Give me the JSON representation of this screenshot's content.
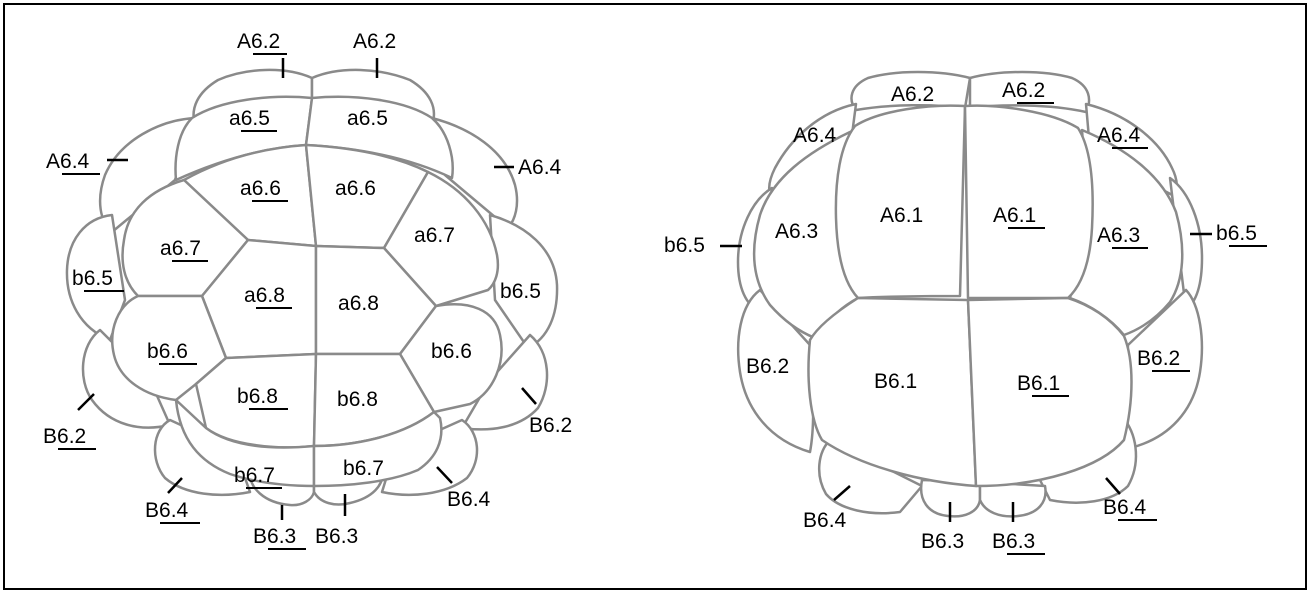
{
  "colors": {
    "outline": "#8a8a8a",
    "border": "#000000",
    "text": "#000000",
    "background": "#ffffff"
  },
  "left_embryo": {
    "labels": [
      {
        "id": "A62_a",
        "prefix": "A",
        "num": "6.2",
        "ul": true
      },
      {
        "id": "A62_b",
        "prefix": "A",
        "num": "6.2",
        "ul": false
      },
      {
        "id": "a65_a",
        "prefix": "a",
        "num": "6.5",
        "ul": true
      },
      {
        "id": "a65_b",
        "prefix": "a",
        "num": "6.5",
        "ul": false
      },
      {
        "id": "A64_a",
        "prefix": "A",
        "num": "6.4",
        "ul": true
      },
      {
        "id": "A64_b",
        "prefix": "A",
        "num": "6.4",
        "ul": false
      },
      {
        "id": "a66_a",
        "prefix": "a",
        "num": "6.6",
        "ul": true
      },
      {
        "id": "a66_b",
        "prefix": "a",
        "num": "6.6",
        "ul": false
      },
      {
        "id": "a67_a",
        "prefix": "a",
        "num": "6.7",
        "ul": true
      },
      {
        "id": "a67_b",
        "prefix": "a",
        "num": "6.7",
        "ul": false
      },
      {
        "id": "b65_a",
        "prefix": "b",
        "num": "6.5",
        "ul": true
      },
      {
        "id": "b65_b",
        "prefix": "b",
        "num": "6.5",
        "ul": false
      },
      {
        "id": "a68_a",
        "prefix": "a",
        "num": "6.8",
        "ul": true
      },
      {
        "id": "a68_b",
        "prefix": "a",
        "num": "6.8",
        "ul": false
      },
      {
        "id": "b66_a",
        "prefix": "b",
        "num": "6.6",
        "ul": true
      },
      {
        "id": "b66_b",
        "prefix": "b",
        "num": "6.6",
        "ul": false
      },
      {
        "id": "b68_a",
        "prefix": "b",
        "num": "6.8",
        "ul": true
      },
      {
        "id": "b68_b",
        "prefix": "b",
        "num": "6.8",
        "ul": false
      },
      {
        "id": "B62_a",
        "prefix": "B",
        "num": "6.2",
        "ul": true
      },
      {
        "id": "B62_b",
        "prefix": "B",
        "num": "6.2",
        "ul": false
      },
      {
        "id": "b67_a",
        "prefix": "b",
        "num": "6.7",
        "ul": true
      },
      {
        "id": "b67_b",
        "prefix": "b",
        "num": "6.7",
        "ul": false
      },
      {
        "id": "B64_a",
        "prefix": "B",
        "num": "6.4",
        "ul": true
      },
      {
        "id": "B64_b",
        "prefix": "B",
        "num": "6.4",
        "ul": false
      },
      {
        "id": "B63_a",
        "prefix": "B",
        "num": "6.3",
        "ul": true
      },
      {
        "id": "B63_b",
        "prefix": "B",
        "num": "6.3",
        "ul": false
      }
    ]
  },
  "right_embryo": {
    "labels": [
      {
        "id": "A62_a",
        "prefix": "A",
        "num": "6.2",
        "ul": false
      },
      {
        "id": "A62_b",
        "prefix": "A",
        "num": "6.2",
        "ul": true
      },
      {
        "id": "A64_a",
        "prefix": "A",
        "num": "6.4",
        "ul": false
      },
      {
        "id": "A64_b",
        "prefix": "A",
        "num": "6.4",
        "ul": true
      },
      {
        "id": "A61_a",
        "prefix": "A",
        "num": "6.1",
        "ul": false
      },
      {
        "id": "A61_b",
        "prefix": "A",
        "num": "6.1",
        "ul": true
      },
      {
        "id": "A63_a",
        "prefix": "A",
        "num": "6.3",
        "ul": false
      },
      {
        "id": "A63_b",
        "prefix": "A",
        "num": "6.3",
        "ul": true
      },
      {
        "id": "b65_a",
        "prefix": "b",
        "num": "6.5",
        "ul": false
      },
      {
        "id": "b65_b",
        "prefix": "b",
        "num": "6.5",
        "ul": true
      },
      {
        "id": "B62_a",
        "prefix": "B",
        "num": "6.2",
        "ul": false
      },
      {
        "id": "B62_b",
        "prefix": "B",
        "num": "6.2",
        "ul": true
      },
      {
        "id": "B61_a",
        "prefix": "B",
        "num": "6.1",
        "ul": false
      },
      {
        "id": "B61_b",
        "prefix": "B",
        "num": "6.1",
        "ul": true
      },
      {
        "id": "B64_a",
        "prefix": "B",
        "num": "6.4",
        "ul": false
      },
      {
        "id": "B64_b",
        "prefix": "B",
        "num": "6.4",
        "ul": true
      },
      {
        "id": "B63_a",
        "prefix": "B",
        "num": "6.3",
        "ul": false
      },
      {
        "id": "B63_b",
        "prefix": "B",
        "num": "6.3",
        "ul": true
      }
    ]
  }
}
